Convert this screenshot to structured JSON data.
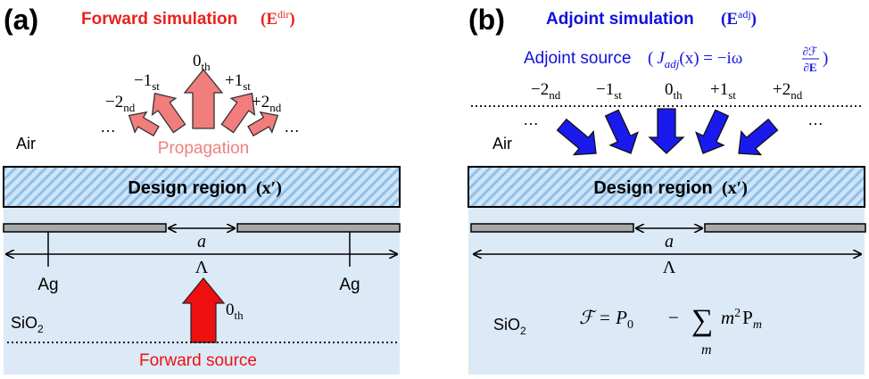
{
  "panel_a": {
    "label": "(a)",
    "title_text": "Forward simulation",
    "title_field": "(E",
    "title_field_sup": "dir",
    "title_field_close": ")",
    "orders": {
      "o0": "0",
      "o0_sub": "th",
      "m1": "−1",
      "m1_sub": "st",
      "p1": "+1",
      "p1_sub": "st",
      "m2": "−2",
      "m2_sub": "nd",
      "p2": "+2",
      "p2_sub": "nd"
    },
    "ellipsis": "…",
    "propagation": "Propagation",
    "air": "Air",
    "design_region": "Design region",
    "design_var": "(x′)",
    "period_a": "a",
    "period_lambda": "Λ",
    "ag": "Ag",
    "sio2": "SiO",
    "sio2_sub": "2",
    "source_order": "0",
    "source_order_sub": "th",
    "forward_source": "Forward source"
  },
  "panel_b": {
    "label": "(b)",
    "title_text": "Adjoint simulation",
    "title_field": "(E",
    "title_field_sup": "adj",
    "title_field_close": ")",
    "adjoint_source": "Adjoint source",
    "adjoint_formula_lhs": "J",
    "adjoint_formula_sub": "adj",
    "adjoint_formula_arg": "(x) = −iω",
    "adjoint_num": "∂ℱ",
    "adjoint_den": "∂E",
    "orders": {
      "m2": "−2",
      "m2_sub": "nd",
      "m1": "−1",
      "m1_sub": "st",
      "o0": "0",
      "o0_sub": "th",
      "p1": "+1",
      "p1_sub": "st",
      "p2": "+2",
      "p2_sub": "nd"
    },
    "ellipsis": "…",
    "air": "Air",
    "design_region": "Design region",
    "design_var": "(x′)",
    "period_a": "a",
    "period_lambda": "Λ",
    "sio2": "SiO",
    "sio2_sub": "2",
    "fom_lhs": "ℱ = P",
    "fom_lhs_sub": "0",
    "fom_minus": "−",
    "fom_sum": "∑",
    "fom_sum_index": "m",
    "fom_term": "m",
    "fom_term_sup": "2",
    "fom_term_p": "P",
    "fom_term_sub": "m"
  },
  "colors": {
    "forward_red": "#e8231f",
    "propagation_pink": "#f08080",
    "adjoint_blue": "#1111dd",
    "substrate": "#dce9f6",
    "hatch": "#9fc9ec",
    "ag_gray": "#a8a8a8"
  }
}
